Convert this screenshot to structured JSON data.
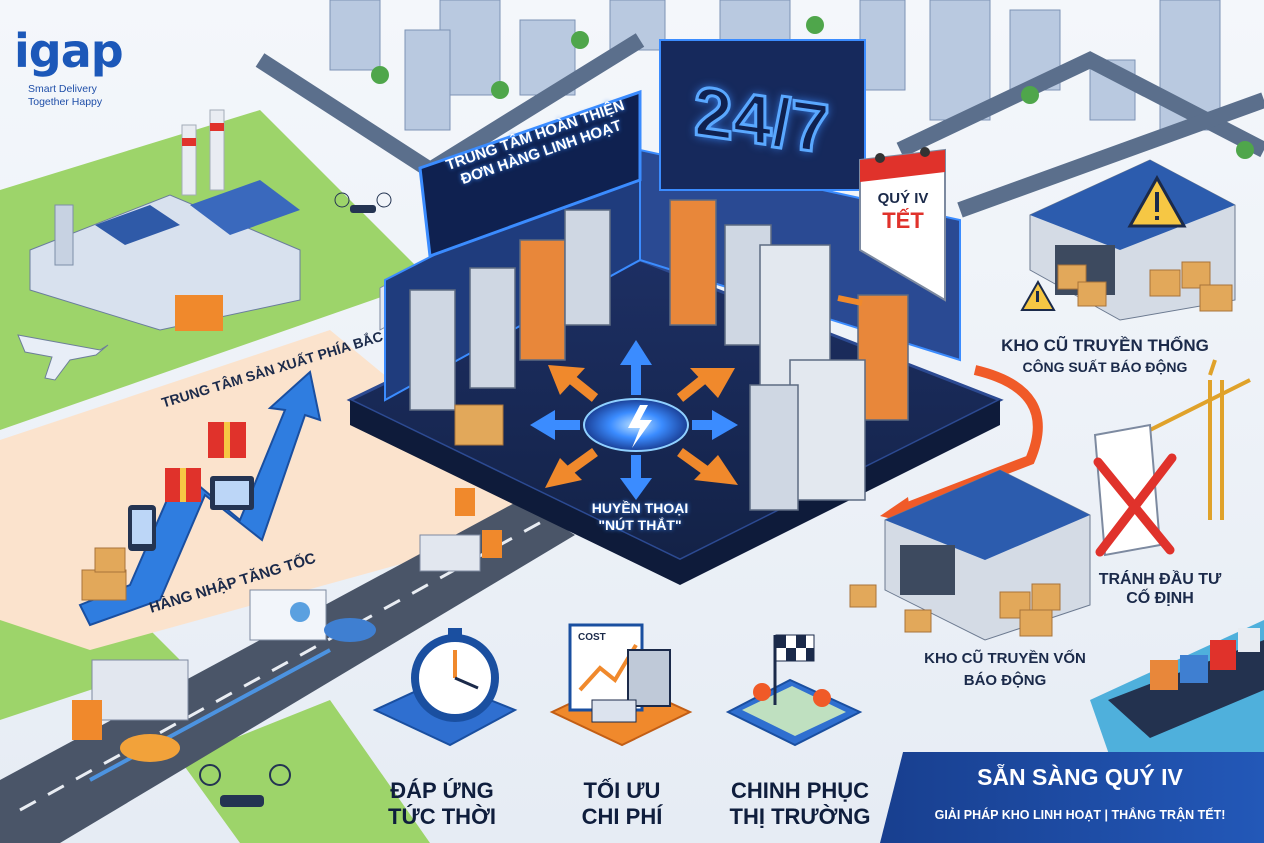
{
  "brand": {
    "logo_text": "igap",
    "tagline_line1": "Smart Delivery",
    "tagline_line2": "Together Happy",
    "color": "#1c58b9"
  },
  "hub": {
    "sign_line1": "TRUNG TÂM HOÀN THIỆN",
    "sign_line2": "ĐƠN HÀNG LINH HOẠT",
    "neon_hours": "24/7",
    "calendar_line1": "QUÝ IV",
    "calendar_line2": "TẾT",
    "center_label_line1": "HUYỀN THOẠI",
    "center_label_line2": "\"NÚT THẮT\""
  },
  "left": {
    "factory_label": "TRUNG TÂM SẢN XUẤT PHÍA BẮC",
    "import_label": "HÀNG NHẬP TĂNG TỐC"
  },
  "right": {
    "old_warehouse_line1": "KHO CŨ TRUYỀN THỐNG",
    "old_warehouse_line2": "CÔNG SUẤT BÁO ĐỘNG",
    "avoid_line1": "TRÁNH ĐẦU TƯ",
    "avoid_line2": "CỐ ĐỊNH",
    "capital_line1": "KHO CŨ TRUYỀN VỐN",
    "capital_line2": "BÁO ĐỘNG"
  },
  "features": [
    {
      "icon": "stopwatch-icon",
      "line1": "ĐÁP ỨNG",
      "line2": "TỨC THỜI"
    },
    {
      "icon": "cost-calculator-icon",
      "line1": "TỐI ƯU",
      "line2": "CHI PHÍ",
      "sign": "COST"
    },
    {
      "icon": "map-flag-icon",
      "line1": "CHINH PHỤC",
      "line2": "THỊ TRƯỜNG"
    }
  ],
  "banner": {
    "title": "SẴN SÀNG QUÝ IV",
    "subtitle": "GIẢI PHÁP KHO LINH HOẠT | THẮNG TRẬN TẾT!"
  },
  "colors": {
    "accent_orange": "#f0892c",
    "neon_blue": "#3b8cff",
    "banner_blue": "#1f4fa8",
    "warning_red": "#e0322b",
    "grass": "#8fcf5a"
  }
}
